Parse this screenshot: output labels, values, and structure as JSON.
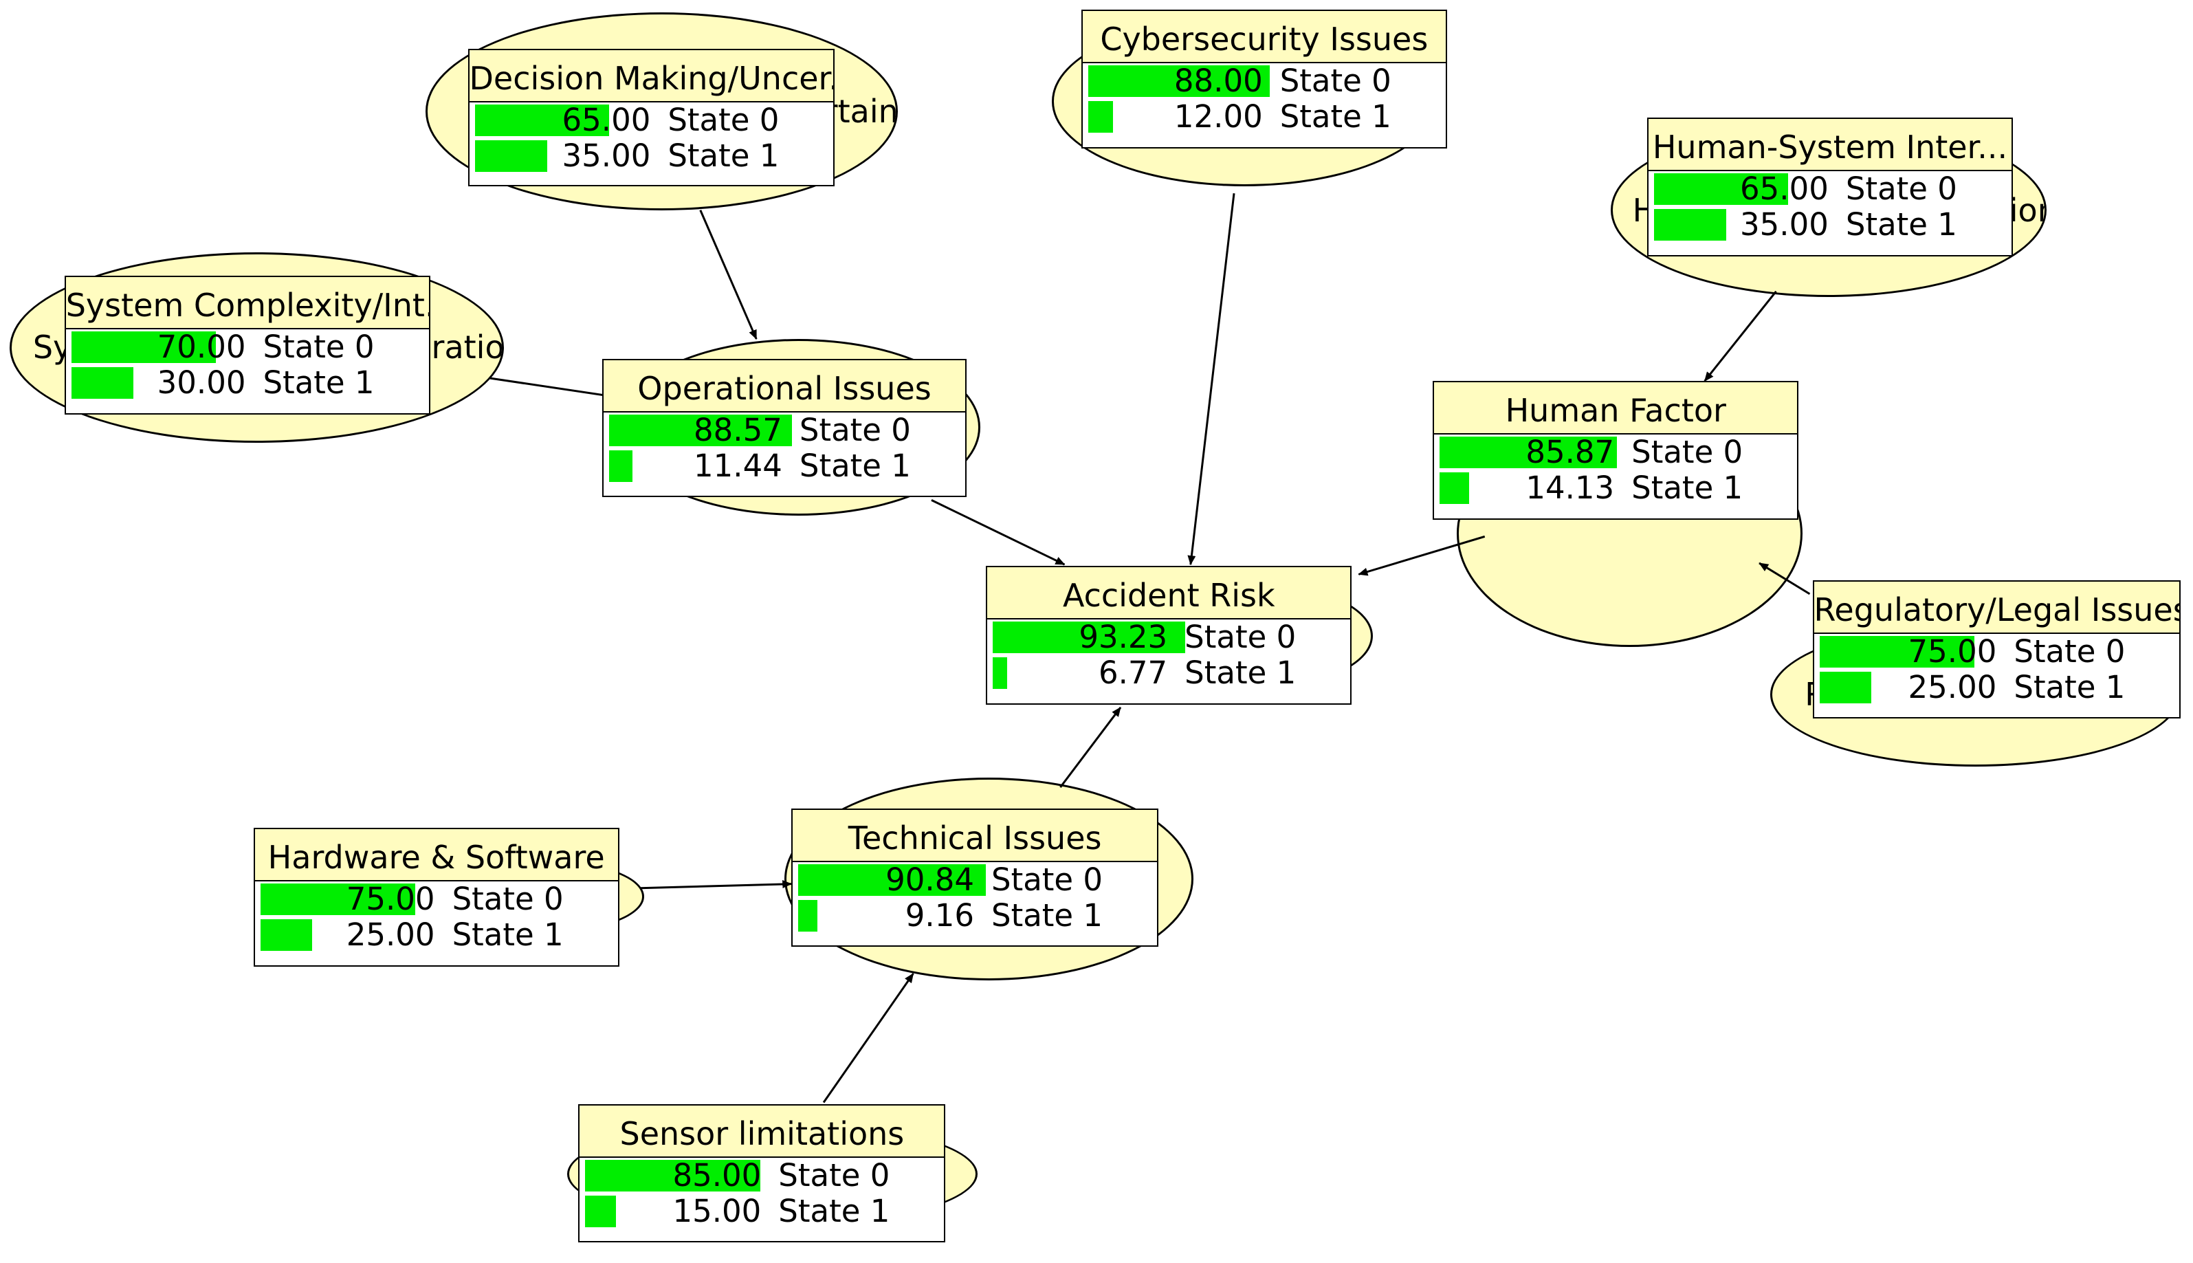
{
  "ellipses": [
    {
      "id": "decision",
      "text": "Decision Making/Uncertainty"
    },
    {
      "id": "cyber",
      "text": ""
    },
    {
      "id": "hsi",
      "text": "Human-System Interaction"
    },
    {
      "id": "complexity",
      "text": "System Complexity/Integration"
    },
    {
      "id": "operational",
      "text": ""
    },
    {
      "id": "human",
      "text": ""
    },
    {
      "id": "accident",
      "text": ""
    },
    {
      "id": "regulatory",
      "text": "Regulatory/Legal Issues"
    },
    {
      "id": "hardware",
      "text": ""
    },
    {
      "id": "technical",
      "text": ""
    },
    {
      "id": "sensor",
      "text": ""
    }
  ],
  "nodes": [
    {
      "id": "decision",
      "title": "Decision Making/Uncer...",
      "states": [
        {
          "value": "65.00",
          "label": "State 0",
          "pct": 65.0
        },
        {
          "value": "35.00",
          "label": "State 1",
          "pct": 35.0
        }
      ]
    },
    {
      "id": "cyber",
      "title": "Cybersecurity Issues",
      "states": [
        {
          "value": "88.00",
          "label": "State 0",
          "pct": 88.0
        },
        {
          "value": "12.00",
          "label": "State 1",
          "pct": 12.0
        }
      ]
    },
    {
      "id": "hsi",
      "title": "Human-System Inter...",
      "states": [
        {
          "value": "65.00",
          "label": "State 0",
          "pct": 65.0
        },
        {
          "value": "35.00",
          "label": "State 1",
          "pct": 35.0
        }
      ]
    },
    {
      "id": "complexity",
      "title": "System Complexity/Int...",
      "states": [
        {
          "value": "70.00",
          "label": "State 0",
          "pct": 70.0
        },
        {
          "value": "30.00",
          "label": "State 1",
          "pct": 30.0
        }
      ]
    },
    {
      "id": "operational",
      "title": "Operational Issues",
      "states": [
        {
          "value": "88.57",
          "label": "State 0",
          "pct": 88.57
        },
        {
          "value": "11.44",
          "label": "State 1",
          "pct": 11.44
        }
      ]
    },
    {
      "id": "human",
      "title": "Human Factor",
      "states": [
        {
          "value": "85.87",
          "label": "State 0",
          "pct": 85.87
        },
        {
          "value": "14.13",
          "label": "State 1",
          "pct": 14.13
        }
      ]
    },
    {
      "id": "accident",
      "title": "Accident Risk",
      "states": [
        {
          "value": "93.23",
          "label": "State 0",
          "pct": 93.23
        },
        {
          "value": "6.77",
          "label": "State 1",
          "pct": 6.77
        }
      ]
    },
    {
      "id": "regulatory",
      "title": "Regulatory/Legal Issues",
      "states": [
        {
          "value": "75.00",
          "label": "State 0",
          "pct": 75.0
        },
        {
          "value": "25.00",
          "label": "State 1",
          "pct": 25.0
        }
      ]
    },
    {
      "id": "hardware",
      "title": "Hardware & Software",
      "states": [
        {
          "value": "75.00",
          "label": "State 0",
          "pct": 75.0
        },
        {
          "value": "25.00",
          "label": "State 1",
          "pct": 25.0
        }
      ]
    },
    {
      "id": "technical",
      "title": "Technical Issues",
      "states": [
        {
          "value": "90.84",
          "label": "State 0",
          "pct": 90.84
        },
        {
          "value": "9.16",
          "label": "State 1",
          "pct": 9.16
        }
      ]
    },
    {
      "id": "sensor",
      "title": "Sensor limitations",
      "states": [
        {
          "value": "85.00",
          "label": "State 0",
          "pct": 85.0
        },
        {
          "value": "15.00",
          "label": "State 1",
          "pct": 15.0
        }
      ]
    }
  ],
  "edges": [
    {
      "from": "decision",
      "to": "operational"
    },
    {
      "from": "complexity",
      "to": "operational"
    },
    {
      "from": "operational",
      "to": "accident"
    },
    {
      "from": "cyber",
      "to": "accident"
    },
    {
      "from": "human",
      "to": "accident"
    },
    {
      "from": "hsi",
      "to": "human"
    },
    {
      "from": "regulatory",
      "to": "human"
    },
    {
      "from": "technical",
      "to": "accident"
    },
    {
      "from": "hardware",
      "to": "technical"
    },
    {
      "from": "sensor",
      "to": "technical"
    }
  ],
  "colors": {
    "bar": "#00ee00",
    "node_fill": "#fffcc0",
    "line": "#000000"
  }
}
